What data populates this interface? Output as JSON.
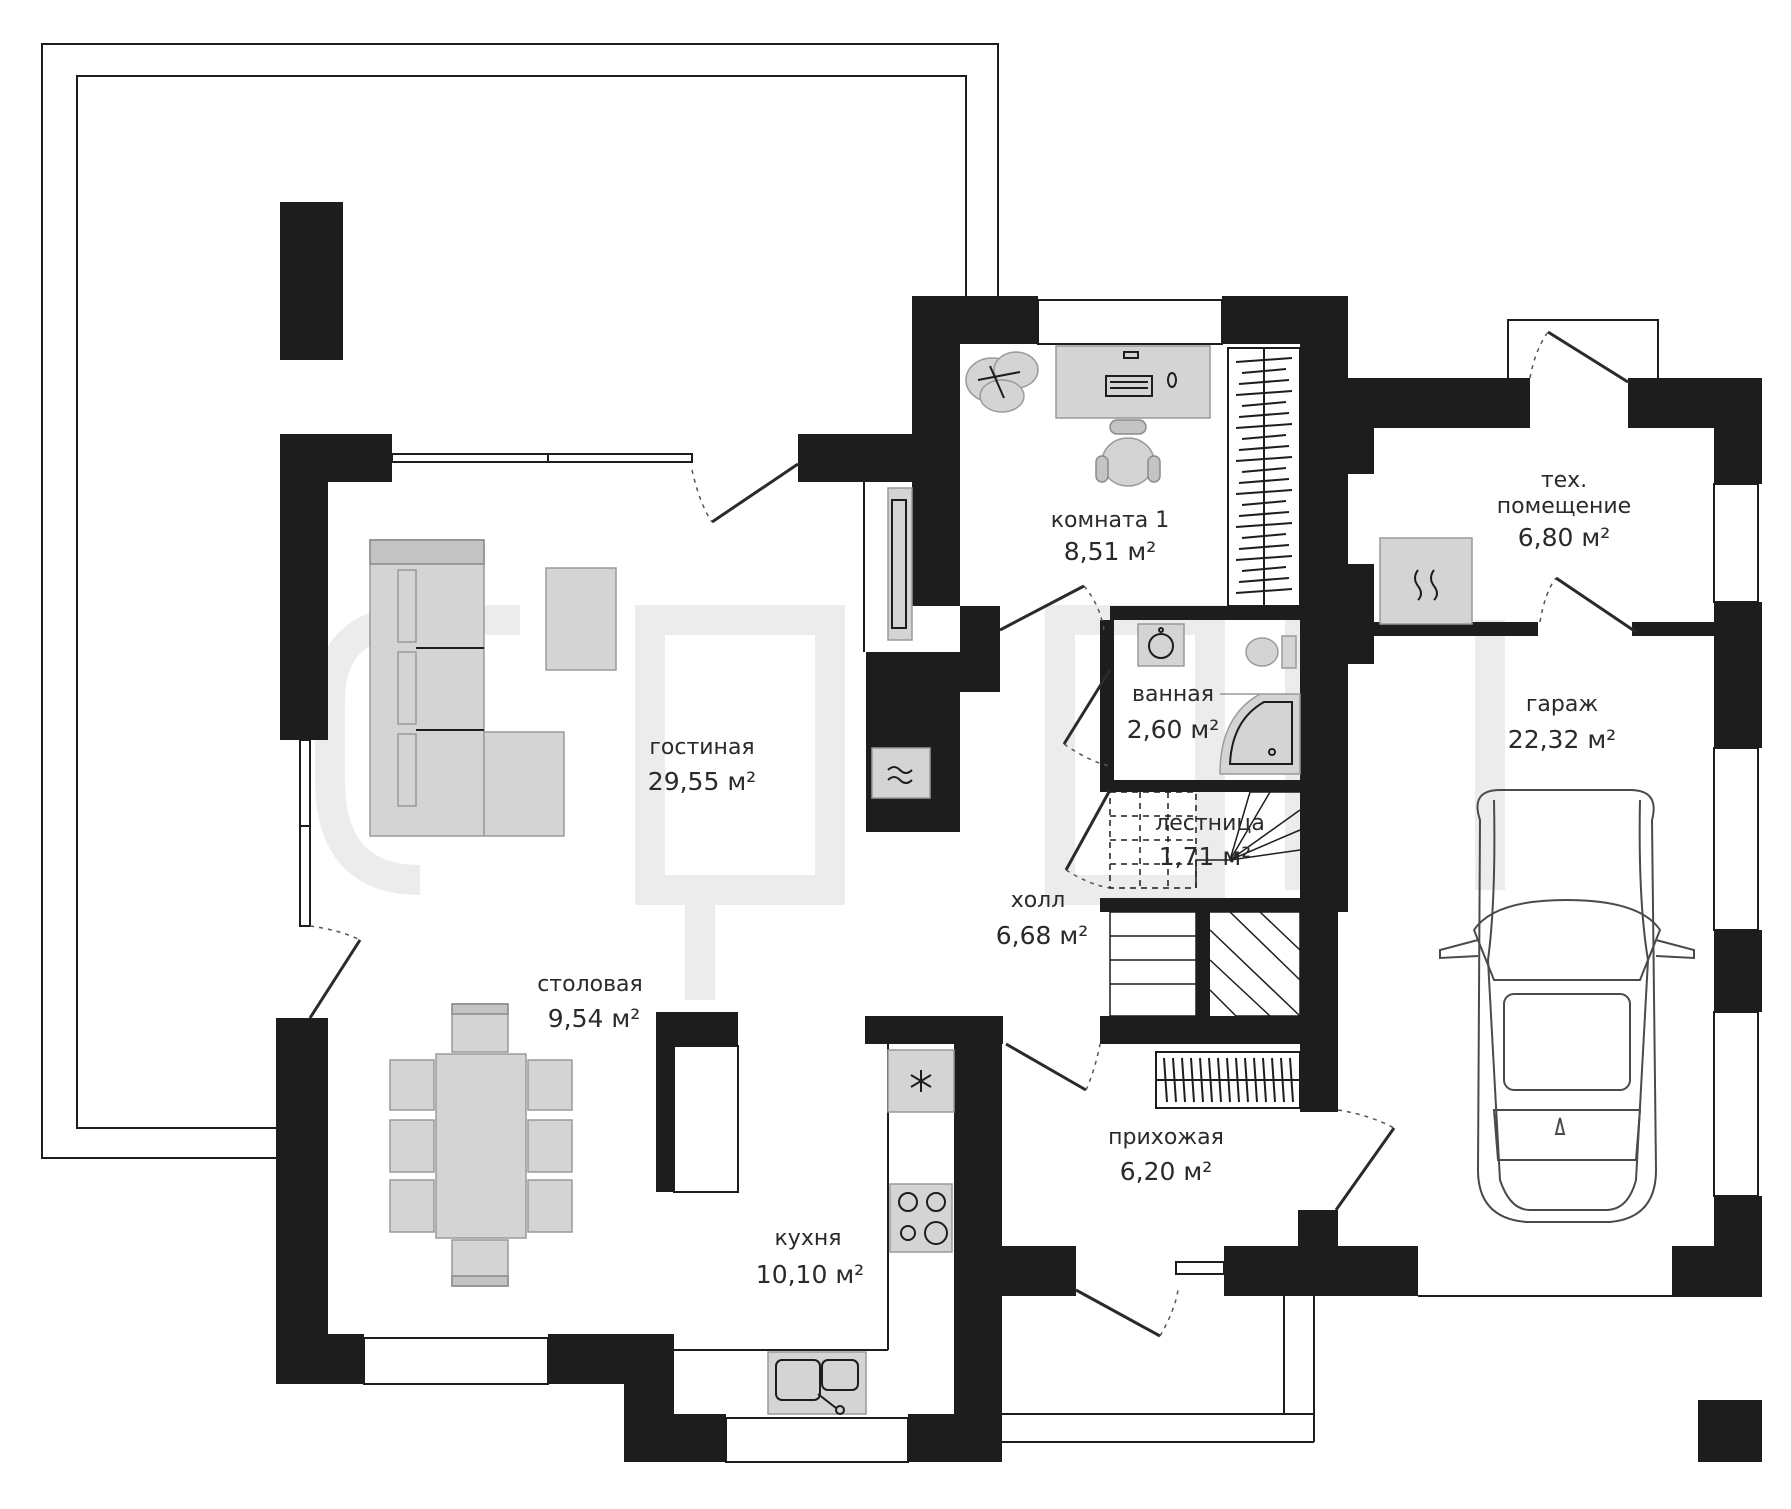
{
  "rooms": {
    "room1": {
      "name": "комната 1",
      "area": "8,51 м²"
    },
    "tech": {
      "name_line1": "тех.",
      "name_line2": "помещение",
      "area": "6,80 м²"
    },
    "living": {
      "name": "гостиная",
      "area": "29,55 м²"
    },
    "bath": {
      "name": "ванная",
      "area": "2,60 м²"
    },
    "garage": {
      "name": "гараж",
      "area": "22,32 м²"
    },
    "stairs": {
      "name": "лестница",
      "area": "1,71 м²"
    },
    "hall": {
      "name": "холл",
      "area": "6,68 м²"
    },
    "dining": {
      "name": "столовая",
      "area": "9,54 м²"
    },
    "entrance": {
      "name": "прихожая",
      "area": "6,20 м²"
    },
    "kitchen": {
      "name": "кухня",
      "area": "10,10 м²"
    }
  },
  "icons": {
    "fan": "fan-icon",
    "heater": "heater-icon",
    "boiler": "boiler-icon",
    "cooktop": "cooktop-icon",
    "sink": "sink-icon"
  }
}
